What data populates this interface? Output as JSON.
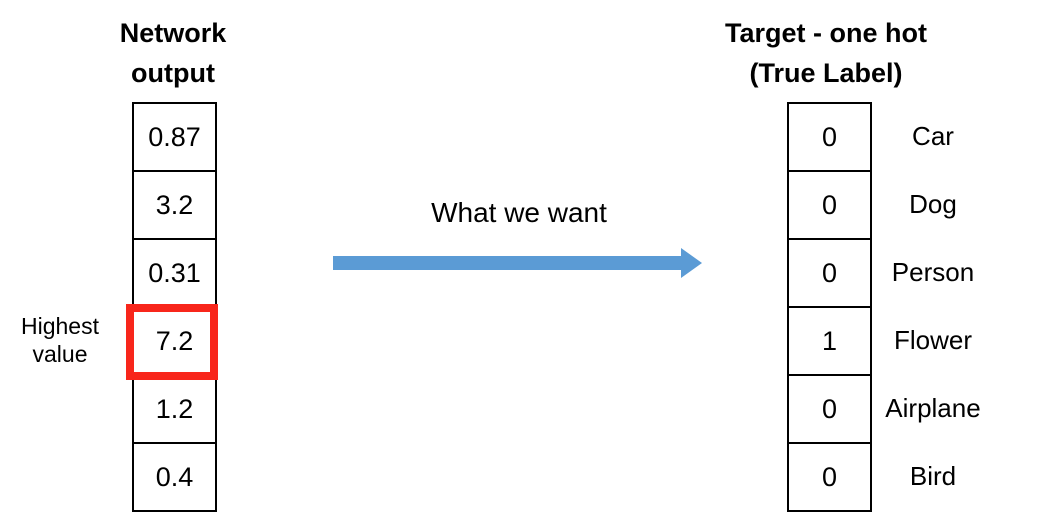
{
  "left_panel": {
    "title_lines": [
      "Network",
      "output"
    ],
    "values": [
      "0.87",
      "3.2",
      "0.31",
      "7.2",
      "1.2",
      "0.4"
    ],
    "highlight_index": 3,
    "highlight_note_lines": [
      "Highest",
      "value"
    ]
  },
  "middle": {
    "caption": "What we want"
  },
  "right_panel": {
    "title_lines": [
      "Target - one hot",
      "(True Label)"
    ],
    "values": [
      "0",
      "0",
      "0",
      "1",
      "0",
      "0"
    ],
    "labels": [
      "Car",
      "Dog",
      "Person",
      "Flower",
      "Airplane",
      "Bird"
    ]
  },
  "colors": {
    "highlight_border": "#f8261b",
    "arrow": "#5b9bd5",
    "cell_border": "#000000",
    "text": "#000000"
  }
}
